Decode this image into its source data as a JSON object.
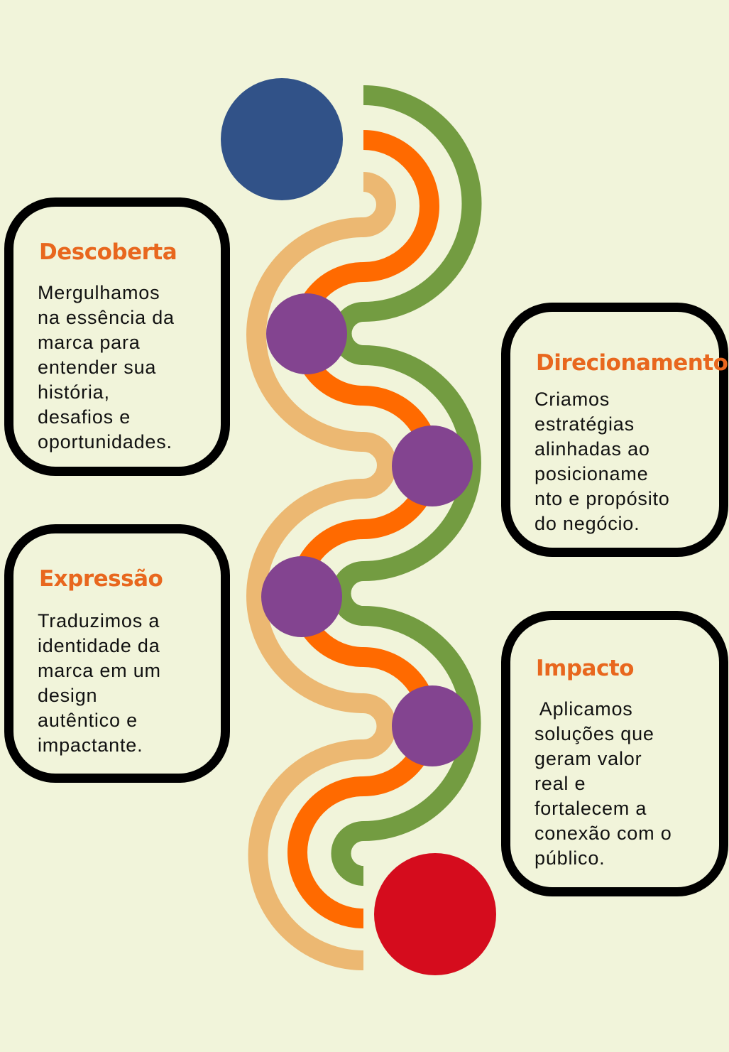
{
  "colors": {
    "background": "#F1F4DA",
    "green": "#739C41",
    "orange": "#FF6A00",
    "tan": "#ECB872",
    "purple": "#834490",
    "blue": "#315288",
    "red": "#D50C1D",
    "title": "#E8671E"
  },
  "steps": [
    {
      "title": "Descoberta",
      "lines": [
        "Mergulhamos",
        "na essência da",
        "marca para",
        "entender sua",
        "história,",
        "desafios e",
        "oportunidades."
      ]
    },
    {
      "title": "Direcionamento",
      "lines": [
        "Criamos",
        "estratégias",
        "alinhadas ao",
        "posicioname",
        "nto e propósito",
        "do negócio."
      ]
    },
    {
      "title": "Expressão",
      "lines": [
        "Traduzimos a",
        "identidade da",
        "marca em um",
        "design",
        "autêntico e",
        "impactante."
      ]
    },
    {
      "title": "Impacto",
      "lines": [
        " Aplicamos",
        "soluções que",
        "geram valor",
        "real e",
        "fortalecem a",
        "conexão com o",
        "público."
      ]
    }
  ]
}
